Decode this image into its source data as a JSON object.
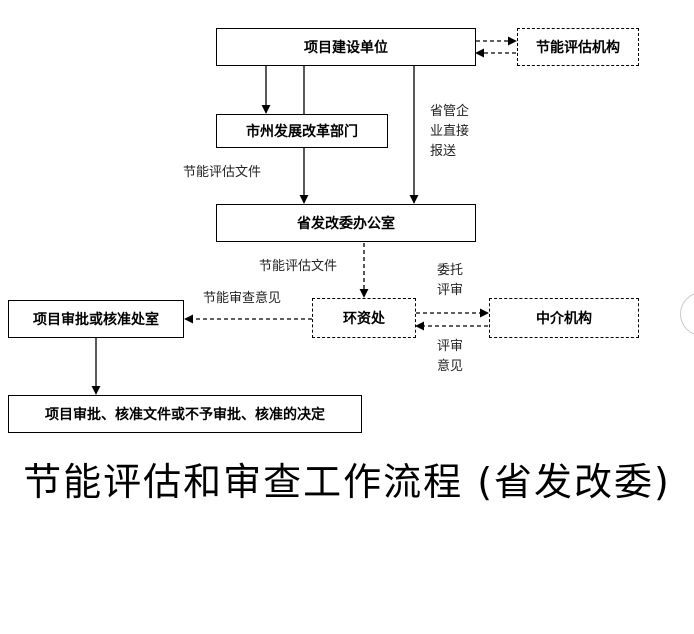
{
  "nodes": {
    "project_unit": "项目建设单位",
    "energy_assessment_agency": "节能评估机构",
    "city_drc": "市州发展改革部门",
    "provincial_drc_office": "省发改委办公室",
    "approval_office": "项目审批或核准处室",
    "environment_office": "环资处",
    "intermediary_agency": "中介机构",
    "decision": "项目审批、核准文件或不予审批、核准的决定"
  },
  "labels": {
    "direct_report": [
      "省管企",
      "业直接",
      "报送"
    ],
    "energy_doc_city": "节能评估文件",
    "energy_doc_office": "节能评估文件",
    "review_opinion": "节能审查意见",
    "entrust_review": [
      "委托",
      "评审"
    ],
    "review_opinion_back": [
      "评审",
      "意见"
    ]
  },
  "title": "节能评估和审查工作流程 (省发改委)"
}
